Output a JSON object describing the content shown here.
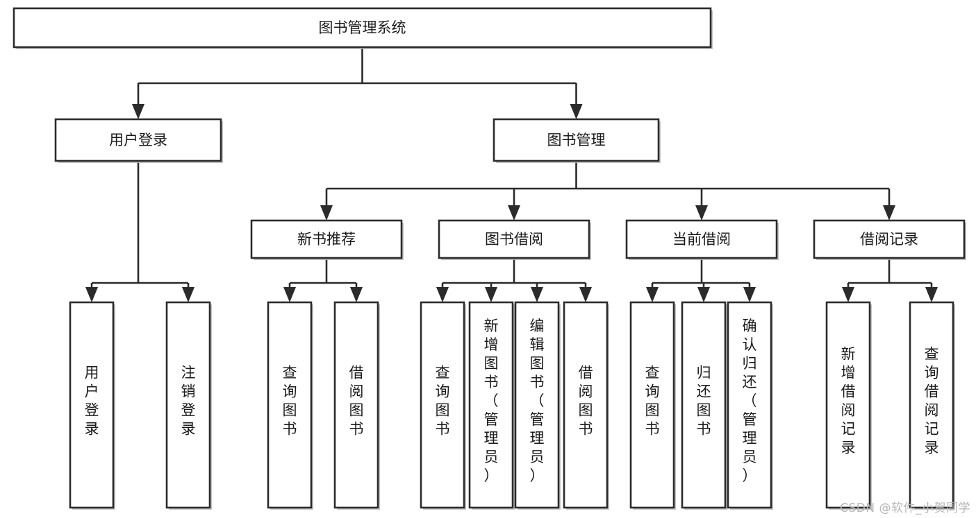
{
  "diagram": {
    "type": "tree-hierarchy-diagram",
    "title": "图书管理系统",
    "watermark": "CSDN @软件_小贺同学",
    "colors": {
      "stroke": "#2b2b2b",
      "box_fill": "#ffffff",
      "background": "#ffffff",
      "text": "#1a1a1a",
      "shadow": "#b9b9b9",
      "watermark": "#b5b5b5"
    },
    "levels": [
      {
        "level": 1,
        "nodes": [
          {
            "id": "root",
            "label": "图书管理系统",
            "orientation": "horizontal"
          }
        ]
      },
      {
        "level": 2,
        "nodes": [
          {
            "id": "login",
            "label": "用户登录",
            "orientation": "horizontal",
            "parent": "root"
          },
          {
            "id": "bookmgmt",
            "label": "图书管理",
            "orientation": "horizontal",
            "parent": "root"
          }
        ]
      },
      {
        "level": 3,
        "nodes": [
          {
            "id": "newbook",
            "label": "新书推荐",
            "orientation": "horizontal",
            "parent": "bookmgmt"
          },
          {
            "id": "borrow",
            "label": "图书借阅",
            "orientation": "horizontal",
            "parent": "bookmgmt"
          },
          {
            "id": "current",
            "label": "当前借阅",
            "orientation": "horizontal",
            "parent": "bookmgmt"
          },
          {
            "id": "records",
            "label": "借阅记录",
            "orientation": "horizontal",
            "parent": "bookmgmt"
          }
        ]
      },
      {
        "level": 4,
        "nodes": [
          {
            "id": "leaf-user-login",
            "label": "用户登录",
            "orientation": "vertical",
            "parent": "login"
          },
          {
            "id": "leaf-user-logout",
            "label": "注销登录",
            "orientation": "vertical",
            "parent": "login"
          },
          {
            "id": "leaf-query-book-1",
            "label": "查询图书",
            "orientation": "vertical",
            "parent": "newbook"
          },
          {
            "id": "leaf-borrow-book-1",
            "label": "借阅图书",
            "orientation": "vertical",
            "parent": "newbook"
          },
          {
            "id": "leaf-query-book-2",
            "label": "查询图书",
            "orientation": "vertical",
            "parent": "borrow"
          },
          {
            "id": "leaf-add-book",
            "label": "新增图书（管理员）",
            "orientation": "vertical",
            "parent": "borrow"
          },
          {
            "id": "leaf-edit-book",
            "label": "编辑图书（管理员）",
            "orientation": "vertical",
            "parent": "borrow"
          },
          {
            "id": "leaf-borrow-book-2",
            "label": "借阅图书",
            "orientation": "vertical",
            "parent": "borrow"
          },
          {
            "id": "leaf-query-book-3",
            "label": "查询图书",
            "orientation": "vertical",
            "parent": "current"
          },
          {
            "id": "leaf-return-book",
            "label": "归还图书",
            "orientation": "vertical",
            "parent": "current"
          },
          {
            "id": "leaf-confirm-return",
            "label": "确认归还（管理员）",
            "orientation": "vertical",
            "parent": "current"
          },
          {
            "id": "leaf-add-record",
            "label": "新增借阅记录",
            "orientation": "vertical",
            "parent": "records"
          },
          {
            "id": "leaf-query-record",
            "label": "查询借阅记录",
            "orientation": "vertical",
            "parent": "records"
          }
        ]
      }
    ]
  }
}
